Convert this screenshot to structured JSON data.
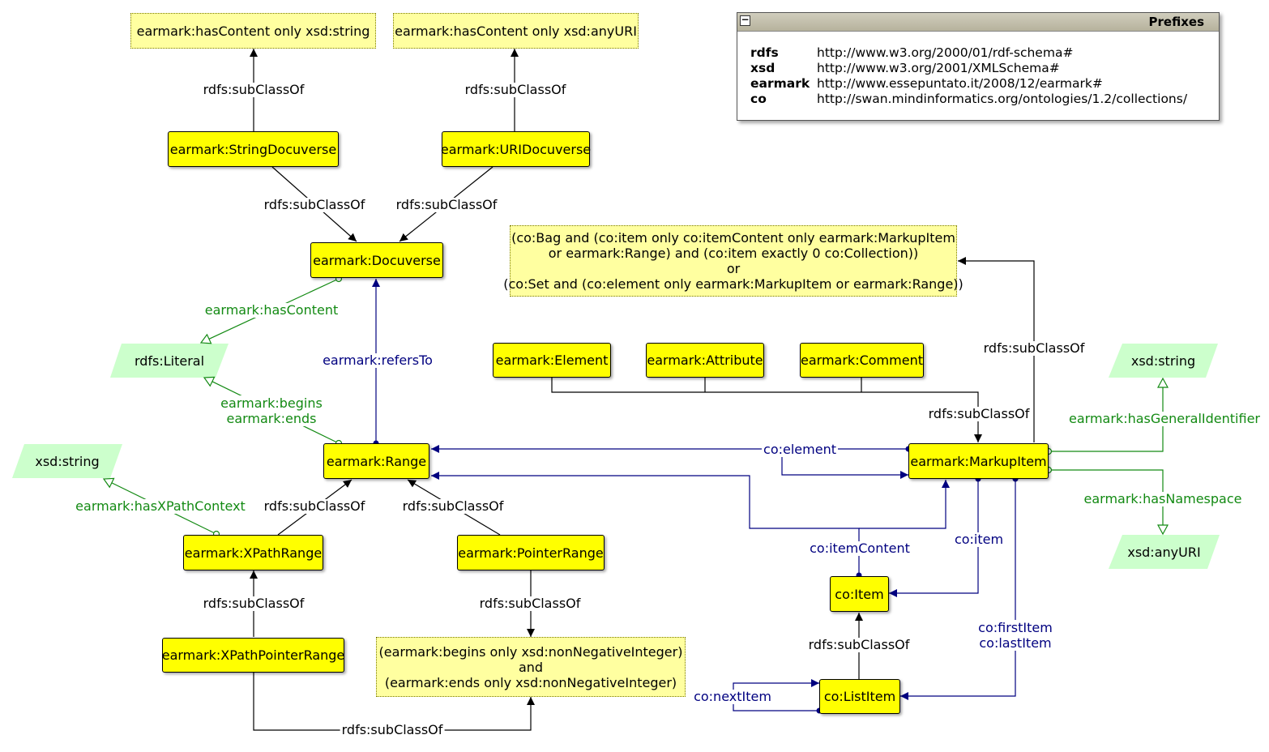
{
  "nodes": {
    "restr_string": "earmark:hasContent only xsd:string",
    "restr_anyuri": "earmark:hasContent only xsd:anyURI",
    "string_docuverse": "earmark:StringDocuverse",
    "uri_docuverse": "earmark:URIDocuverse",
    "docuverse": "earmark:Docuverse",
    "rdfs_literal": "rdfs:Literal",
    "range": "earmark:Range",
    "xsd_string_left": "xsd:string",
    "xpath_range": "earmark:XPathRange",
    "pointer_range": "earmark:PointerRange",
    "xpath_pointer_range": "earmark:XPathPointerRange",
    "restr_nonneg": [
      "(earmark:begins only xsd:nonNegativeInteger)",
      "and",
      "(earmark:ends only xsd:nonNegativeInteger)"
    ],
    "restr_collection": [
      "(co:Bag and (co:item only co:itemContent only earmark:MarkupItem",
      "or earmark:Range) and (co:item exactly 0 co:Collection))",
      "or",
      "(co:Set and (co:element only earmark:MarkupItem or earmark:Range))"
    ],
    "element": "earmark:Element",
    "attribute": "earmark:Attribute",
    "comment": "earmark:Comment",
    "markup_item": "earmark:MarkupItem",
    "xsd_string_right": "xsd:string",
    "xsd_anyuri": "xsd:anyURI",
    "co_item": "co:Item",
    "co_list_item": "co:ListItem"
  },
  "edge_labels": {
    "subclass": "rdfs:subClassOf",
    "has_content": "earmark:hasContent",
    "refers_to": "earmark:refersTo",
    "begins_ends": [
      "earmark:begins",
      "earmark:ends"
    ],
    "has_xpath_context": "earmark:hasXPathContext",
    "co_element": "co:element",
    "co_item_content": "co:itemContent",
    "co_item": "co:item",
    "first_last_item": [
      "co:firstItem",
      "co:lastItem"
    ],
    "next_item": "co:nextItem",
    "has_general_identifier": "earmark:hasGeneralIdentifier",
    "has_namespace": "earmark:hasNamespace"
  },
  "prefixes": {
    "title": "Prefixes",
    "collapse_symbol": "−",
    "rows": [
      {
        "prefix": "rdfs",
        "uri": "http://www.w3.org/2000/01/rdf-schema#"
      },
      {
        "prefix": "xsd",
        "uri": "http://www.w3.org/2001/XMLSchema#"
      },
      {
        "prefix": "earmark",
        "uri": "http://www.essepuntato.it/2008/12/earmark#"
      },
      {
        "prefix": "co",
        "uri": "http://swan.mindinformatics.org/ontologies/1.2/collections/"
      }
    ]
  },
  "colors": {
    "class_fill": "#ffff00",
    "restriction_fill": "#ffffa0",
    "literal_fill": "#ccffcc",
    "object_property": "#000080",
    "data_property": "#138a13",
    "subclass_line": "#000000"
  }
}
